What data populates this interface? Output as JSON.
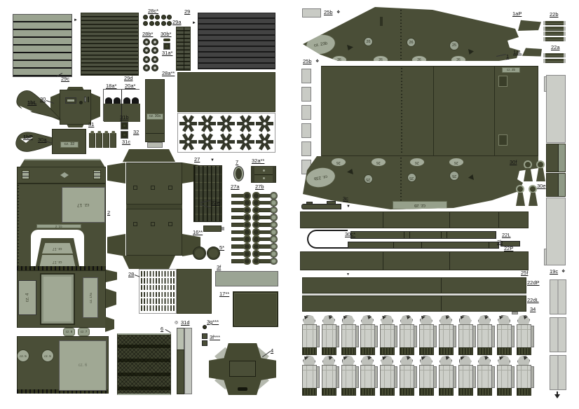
{
  "icons": {
    "arrow_right": "►",
    "arrow_down": "▼",
    "flower": "❖",
    "ring": "◎"
  },
  "left": {
    "labels": {
      "p28c": "28c*",
      "p29": "29",
      "p29a": "29a",
      "p28b": "28b*",
      "p30b": "30b*",
      "p31a": "31a*",
      "p28a": "28a**",
      "p29c": "29c",
      "p29d": "29d",
      "p18a": "18a*",
      "p20a": "20a*",
      "p30": "30",
      "p1bL": "1bL",
      "p31": "31",
      "p31b": "31b",
      "p32": "32",
      "p31c": "31c",
      "p1bP": "1bP",
      "p30a": "30a",
      "p2": "2",
      "p22e": "22e",
      "p27": "27",
      "p7": "7",
      "p32a": "32a**",
      "p27a": "27a",
      "p27b": "27b",
      "p16": "16**",
      "p5": "5*",
      "p3f": "3f",
      "p28": "28",
      "p17": "17**",
      "p3g": "3g***",
      "p31d": "31d",
      "p3f3": "3f***",
      "p6": "6",
      "p4": "4"
    },
    "cz": {
      "c32": "cz. 32",
      "c30a": "cz. 30a",
      "c17": "cz. 17",
      "c2": "cz. 2",
      "c4": "cz. 4",
      "c5": "cz. 5",
      "c6": "cz. 6",
      "c7": "cz. 7",
      "c8": "cz. 8",
      "c17a": "cz. 17a"
    }
  },
  "right": {
    "labels": {
      "p25b": "25b",
      "p1aP": "1aP",
      "p22b": "22b",
      "p1": "1",
      "p1aL": "1aL",
      "p22a": "22a",
      "p30f": "30f",
      "p30e": "30e",
      "p3c": "3c",
      "p30c": "30c*",
      "p22L": "22L",
      "p3b": "3b",
      "p22P": "22P",
      "p22dP": "22dP",
      "p22dL": "22dL",
      "p34": "34",
      "p25f": "25f",
      "p19c": "19c"
    },
    "cz": {
      "c23b": "cz. 23b",
      "c2b": "cz. 2b"
    },
    "top_circles": [
      "26",
      "26",
      "25"
    ],
    "bottom_circles": [
      "25",
      "25",
      "25"
    ],
    "oval": "26"
  },
  "counts": {
    "stars": 10,
    "w27a": 10,
    "w27b": 10,
    "buckets": 12,
    "bars22b": 4,
    "bars22a": 2,
    "rects25b": 6,
    "strips19c": 3,
    "rings28b": 8,
    "dots28c": 10,
    "grille_rows": 6,
    "boxes31": 4,
    "funnels": 2,
    "ovals_top": 4,
    "ovals_bottom": 4
  }
}
